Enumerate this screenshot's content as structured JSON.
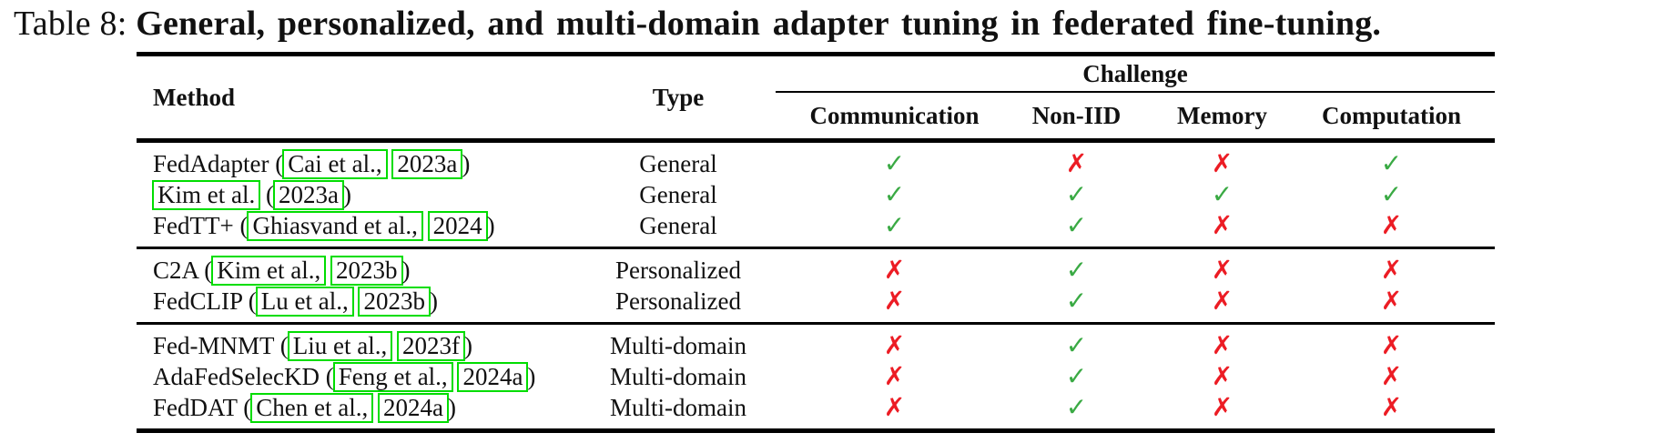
{
  "caption": {
    "label": "Table 8:",
    "text": "General, personalized, and multi-domain adapter tuning in federated fine-tuning."
  },
  "table": {
    "col_method": "Method",
    "col_type": "Type",
    "group_header": "Challenge",
    "subcols": [
      "Communication",
      "Non-IID",
      "Memory",
      "Computation"
    ],
    "groups": [
      {
        "rows": [
          {
            "method": {
              "prefix": "FedAdapter (",
              "link1": "Cai et al.,",
              "mid": " ",
              "link2": "2023a",
              "suffix": ")"
            },
            "type": "General",
            "marks": [
              "✓",
              "✗",
              "✗",
              "✓"
            ]
          },
          {
            "method": {
              "prefix": "",
              "link1": "Kim et al.",
              "mid": " (",
              "link2": "2023a",
              "suffix": ")"
            },
            "type": "General",
            "marks": [
              "✓",
              "✓",
              "✓",
              "✓"
            ]
          },
          {
            "method": {
              "prefix": "FedTT+ (",
              "link1": "Ghiasvand et al.,",
              "mid": " ",
              "link2": "2024",
              "suffix": ")"
            },
            "type": "General",
            "marks": [
              "✓",
              "✓",
              "✗",
              "✗"
            ]
          }
        ]
      },
      {
        "rows": [
          {
            "method": {
              "prefix": "C2A (",
              "link1": "Kim et al.,",
              "mid": " ",
              "link2": "2023b",
              "suffix": ")"
            },
            "type": "Personalized",
            "marks": [
              "✗",
              "✓",
              "✗",
              "✗"
            ]
          },
          {
            "method": {
              "prefix": "FedCLIP (",
              "link1": "Lu et al.,",
              "mid": " ",
              "link2": "2023b",
              "suffix": ")"
            },
            "type": "Personalized",
            "marks": [
              "✗",
              "✓",
              "✗",
              "✗"
            ]
          }
        ]
      },
      {
        "rows": [
          {
            "method": {
              "prefix": "Fed-MNMT (",
              "link1": "Liu et al.,",
              "mid": " ",
              "link2": "2023f",
              "suffix": ")"
            },
            "type": "Multi-domain",
            "marks": [
              "✗",
              "✓",
              "✗",
              "✗"
            ]
          },
          {
            "method": {
              "prefix": "AdaFedSelecKD (",
              "link1": "Feng et al.,",
              "mid": " ",
              "link2": "2024a",
              "suffix": ")"
            },
            "type": "Multi-domain",
            "marks": [
              "✗",
              "✓",
              "✗",
              "✗"
            ]
          },
          {
            "method": {
              "prefix": "FedDAT (",
              "link1": "Chen et al.,",
              "mid": " ",
              "link2": "2024a",
              "suffix": ")"
            },
            "type": "Multi-domain",
            "marks": [
              "✗",
              "✓",
              "✗",
              "✗"
            ]
          }
        ]
      }
    ]
  },
  "colors": {
    "check": "#3aaa44",
    "cross": "#ec1c24",
    "link_box": "#00dd00",
    "rule": "#000000"
  }
}
